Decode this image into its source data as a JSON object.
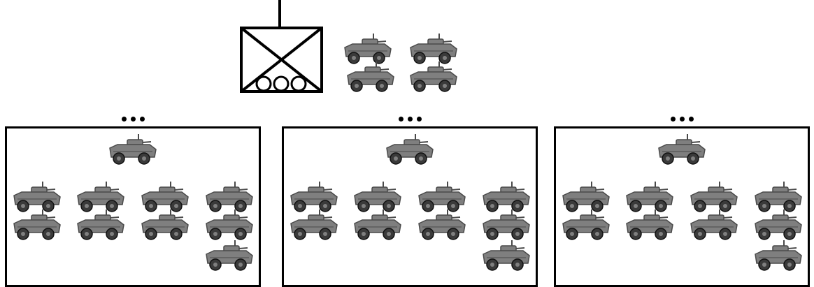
{
  "hq": {
    "symbol_icon": "mechanized-infantry-unit-symbol",
    "vehicle_icon": "armored-vehicle-icon",
    "vehicle_count": 4
  },
  "companies": [
    {
      "echelon_icon": "platoon-echelon-dots",
      "command_vehicles": 1,
      "platoon_columns": [
        2,
        2,
        2,
        3
      ]
    },
    {
      "echelon_icon": "platoon-echelon-dots",
      "command_vehicles": 1,
      "platoon_columns": [
        2,
        2,
        2,
        3
      ]
    },
    {
      "echelon_icon": "platoon-echelon-dots",
      "command_vehicles": 1,
      "platoon_columns": [
        2,
        2,
        2,
        3
      ]
    }
  ],
  "colors": {
    "vehicle_hull": "#7f7f7f",
    "vehicle_dark": "#4a4a4a",
    "wheel": "#3a3a3a",
    "outline": "#000000"
  }
}
